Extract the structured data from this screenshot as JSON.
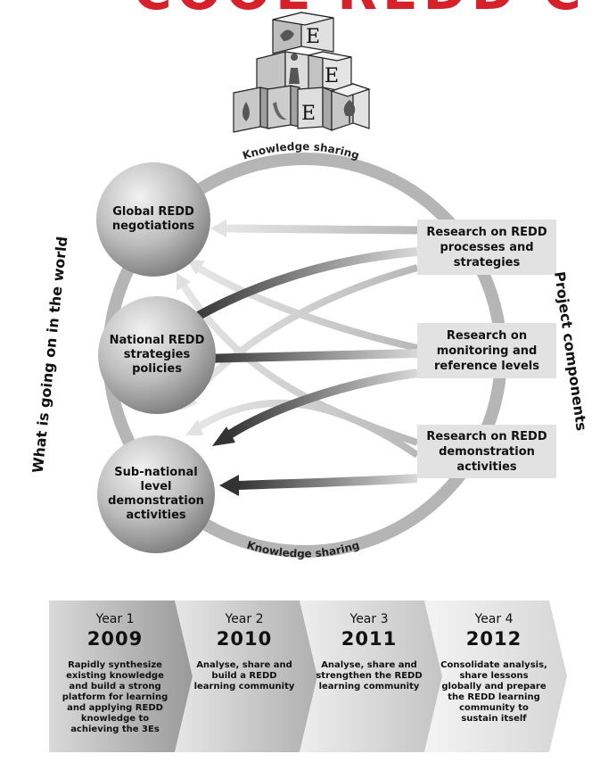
{
  "title_fragment": "COOL REDD C",
  "knowledge_sharing_top": "Knowledge sharing",
  "knowledge_sharing_bottom": "Knowledge sharing",
  "left_side_label": "What is going on in the world",
  "right_side_label": "Project components",
  "blocks_letters": [
    "E",
    "E",
    "E"
  ],
  "world_nodes": [
    {
      "label": "Global REDD negotiations"
    },
    {
      "label": "National REDD strategies policies"
    },
    {
      "label": "Sub-national level demonstration activities"
    }
  ],
  "components": [
    {
      "label": "Research on REDD processes and strategies"
    },
    {
      "label": "Research on monitoring and reference levels"
    },
    {
      "label": "Research on REDD demonstration activities"
    }
  ],
  "timeline": [
    {
      "year_label": "Year 1",
      "year": "2009",
      "description": "Rapidly synthesize existing knowledge and build a strong platform for learning and applying REDD knowledge to achieving the 3Es"
    },
    {
      "year_label": "Year 2",
      "year": "2010",
      "description": "Analyse, share and build a REDD learning community"
    },
    {
      "year_label": "Year 3",
      "year": "2011",
      "description": "Analyse, share and strengthen the REDD learning community"
    },
    {
      "year_label": "Year 4",
      "year": "2012",
      "description": "Consolidate analysis, share lessons globally and prepare the REDD learning community to sustain itself"
    }
  ],
  "colors": {
    "title_red": "#d6202a",
    "ring_gray": "#b5b5b5",
    "box_gray": "#e2e2e2",
    "arrow_dark": "#3a3a3a",
    "arrow_light": "#cfcfcf"
  }
}
